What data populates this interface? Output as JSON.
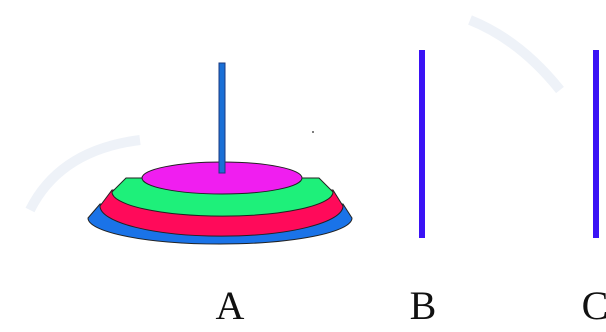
{
  "pegs": [
    {
      "label": "A",
      "color": "#1a6fd6"
    },
    {
      "label": "B",
      "color": "#3a12f5"
    },
    {
      "label": "C",
      "color": "#3a12f5"
    }
  ],
  "disks": [
    {
      "position": "bottom",
      "color": "#1a73e8"
    },
    {
      "position": "second",
      "color": "#ff0a5a"
    },
    {
      "position": "third",
      "color": "#1ef07a"
    },
    {
      "position": "top",
      "color": "#f01ef0"
    }
  ],
  "colors": {
    "outline": "#222222",
    "background": "#ffffff",
    "watermark": "#eef2f8"
  }
}
